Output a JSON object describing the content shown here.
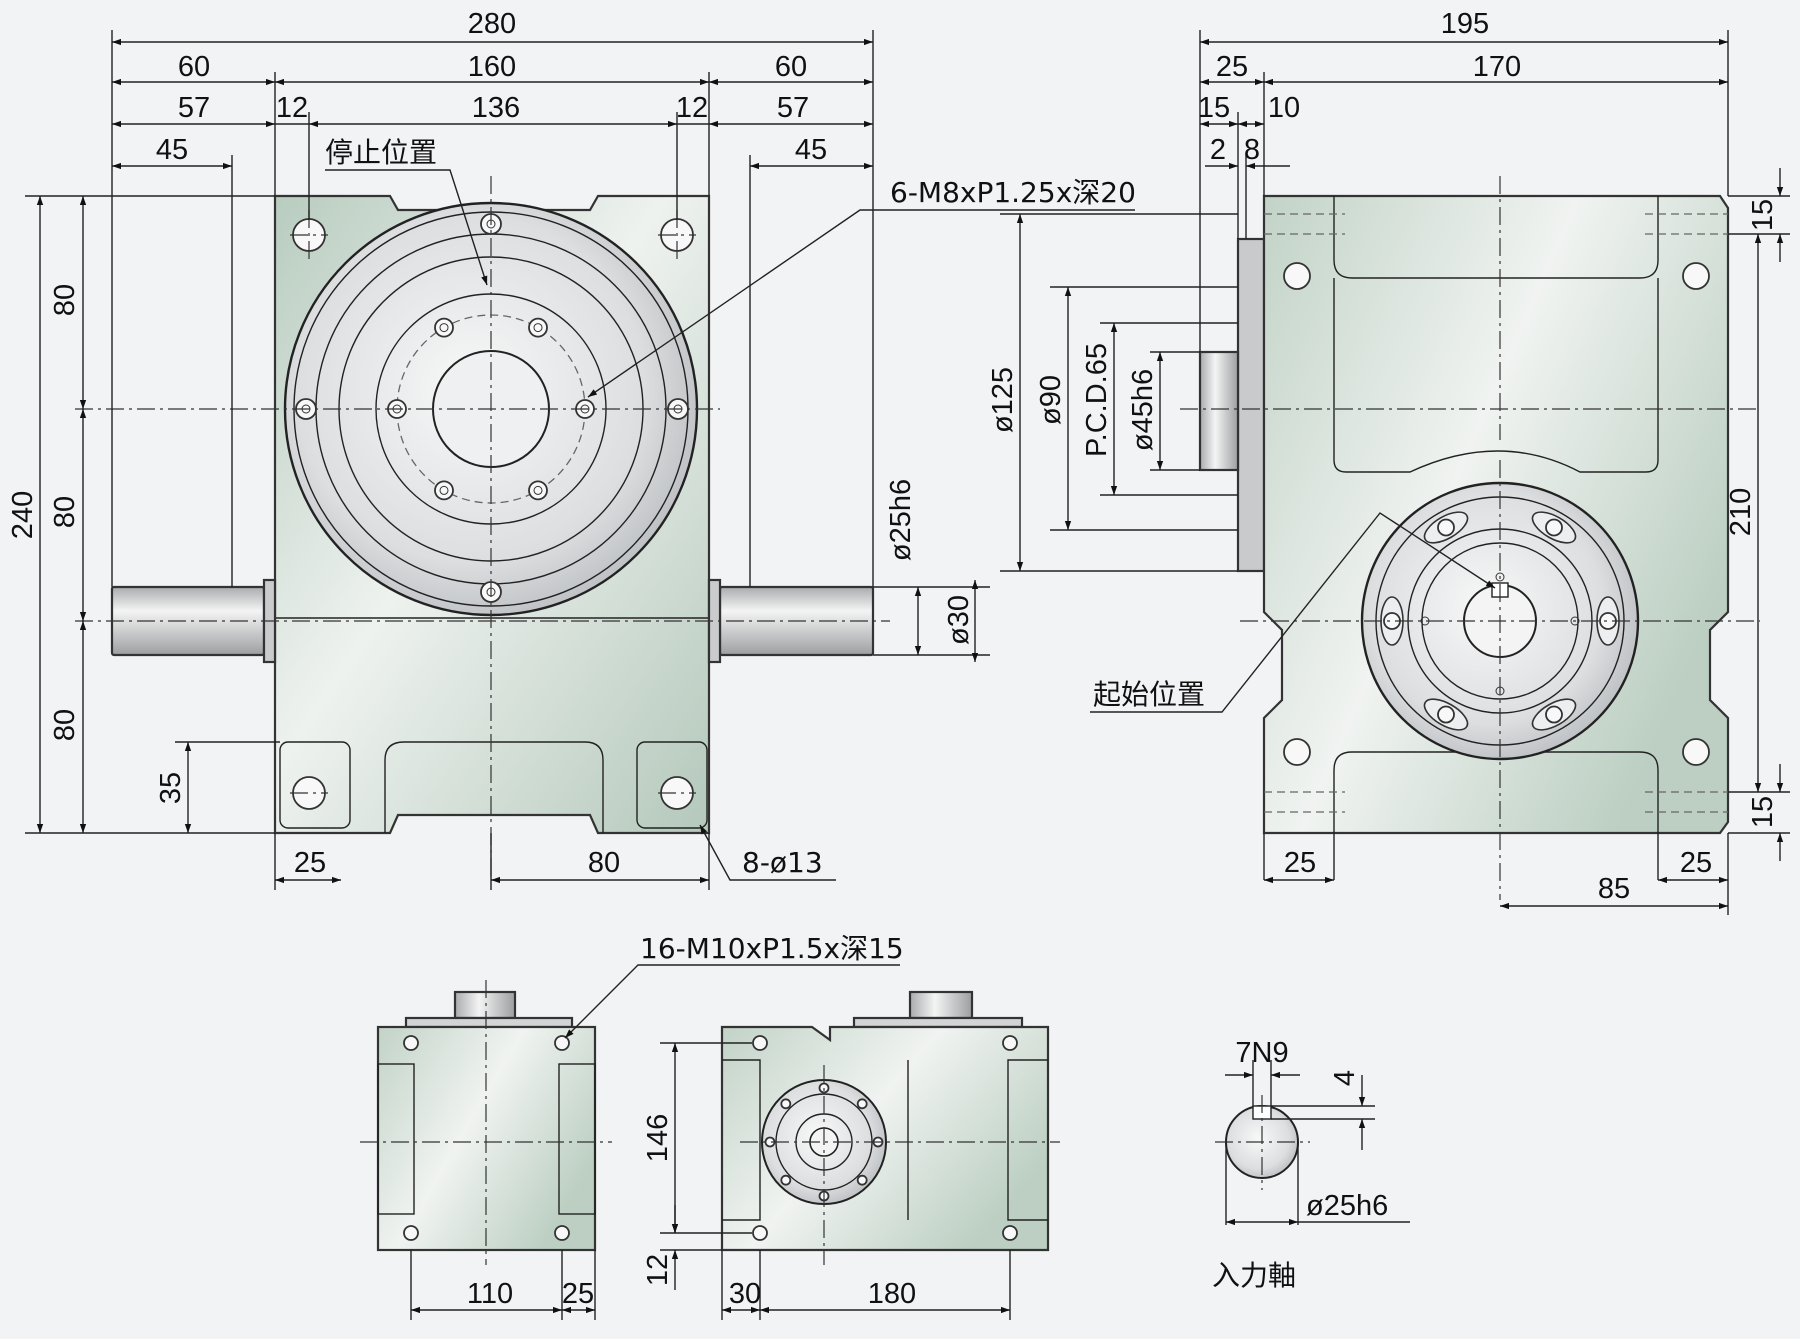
{
  "front_view": {
    "dim_top_overall": "280",
    "dim_left_60": "60",
    "dim_mid_160": "160",
    "dim_right_60": "60",
    "dim_left_57": "57",
    "dim_left_12": "12",
    "dim_mid_136": "136",
    "dim_right_12": "12",
    "dim_right_57": "57",
    "dim_left_45": "45",
    "dim_right_45": "45",
    "stop_position_label": "停止位置",
    "thread_note": "6-M8xP1.25x深20",
    "dim_height_240": "240",
    "dim_upper_80": "80",
    "dim_middle_80": "80",
    "dim_lower_80": "80",
    "dim_35": "35",
    "dim_bottom_25": "25",
    "dim_bottom_80": "80",
    "hole_note": "8-ø13",
    "shaft_dia_25": "ø25h6",
    "shaft_dia_30": "ø30"
  },
  "side_view": {
    "dim_top_overall": "195",
    "dim_25": "25",
    "dim_170": "170",
    "dim_15": "15",
    "dim_10": "10",
    "dim_2": "2",
    "dim_8": "8",
    "dia_125": "ø125",
    "dia_90": "ø90",
    "pcd_65": "P.C.D.65",
    "dia_45": "ø45h6",
    "right_15_top": "15",
    "right_210": "210",
    "right_15_bottom": "15",
    "start_position_label": "起始位置",
    "bottom_25_left": "25",
    "bottom_25_right": "25",
    "bottom_85": "85"
  },
  "bottom_views": {
    "thread_note": "16-M10xP1.5x深15",
    "dim_110": "110",
    "dim_25": "25",
    "dim_146": "146",
    "dim_12": "12",
    "dim_30": "30",
    "dim_180": "180"
  },
  "input_shaft": {
    "key_width": "7N9",
    "key_depth": "4",
    "dia": "ø25h6",
    "title": "入力軸"
  },
  "colors": {
    "body_fill": "#cfdcd4",
    "body_highlight": "#f4f6f5",
    "table_fill": "#dfe1e3",
    "line": "#222222"
  }
}
